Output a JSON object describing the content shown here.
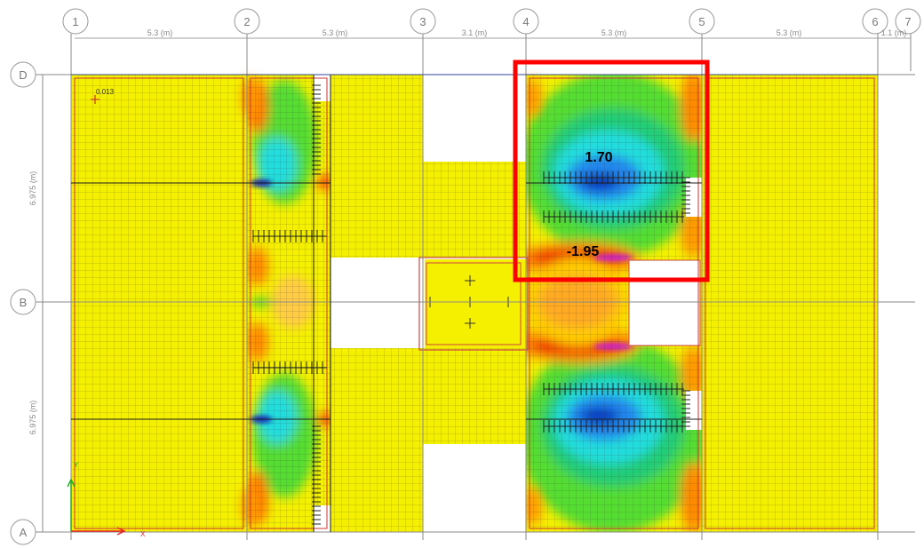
{
  "grid": {
    "columns": [
      "1",
      "2",
      "3",
      "4",
      "5",
      "6",
      "7"
    ],
    "rows": [
      "D",
      "B",
      "A"
    ]
  },
  "dimensions": {
    "horizontal": [
      "5.3 (m)",
      "5.3 (m)",
      "3.1 (m)",
      "5.3 (m)",
      "5.3 (m)",
      "1.1 (m)"
    ],
    "vertical": [
      "6.975 (m)",
      "6.975 (m)"
    ]
  },
  "annotations": {
    "corner_value": "0.013",
    "peak_positive": "1.70",
    "peak_negative": "-1.95",
    "axis_x": "X",
    "axis_y": "Y"
  },
  "colors": {
    "base": "#f5f000",
    "highlight_box": "#ff0000",
    "mesh": "#3a3a3a",
    "grid_line": "#9a9a9a"
  }
}
